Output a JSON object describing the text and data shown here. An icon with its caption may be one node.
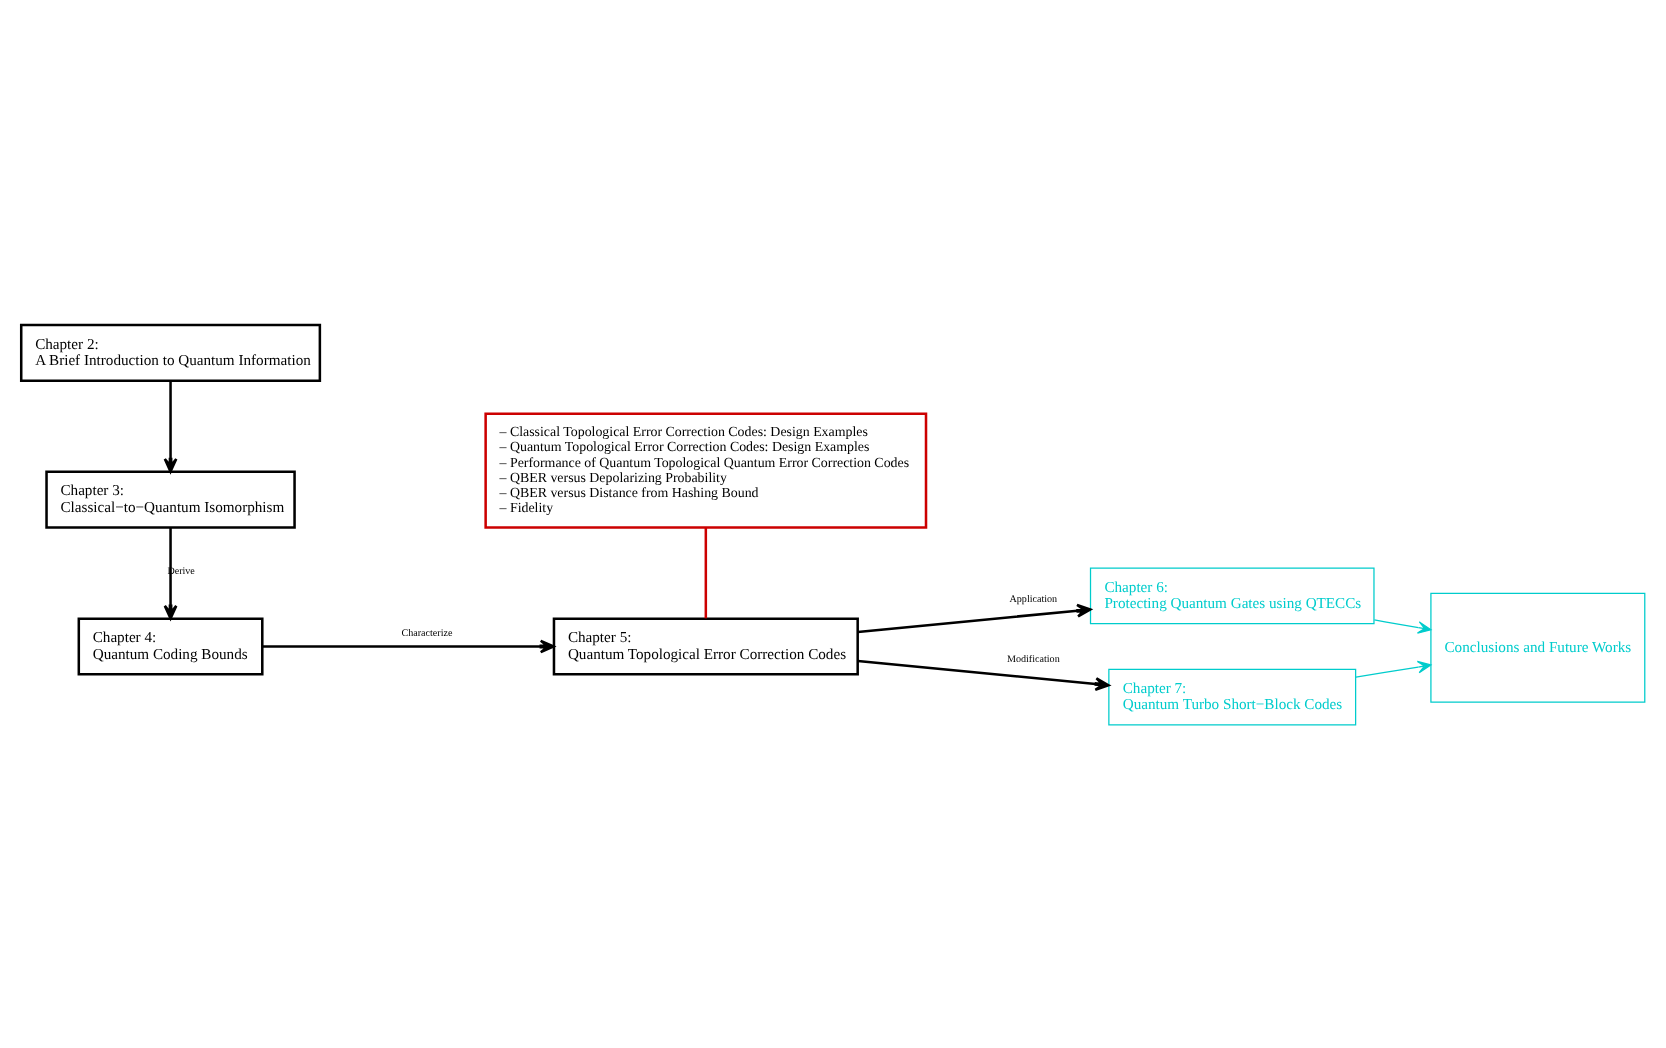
{
  "diagram": {
    "nodes": [
      {
        "text": [
          "Chapter 2:",
          "A Brief Introduction to Quantum Information"
        ]
      },
      {
        "text": [
          "Chapter 3:",
          "Classical−to−Quantum Isomorphism"
        ]
      },
      {
        "text": [
          "Chapter 4:",
          "Quantum Coding Bounds"
        ]
      },
      {
        "text": [
          "Chapter 5:",
          "Quantum Topological Error Correction Codes"
        ]
      },
      {
        "text": [
          "– Classical Topological Error Correction Codes: Design Examples",
          "– Quantum Topological Error Correction Codes: Design Examples",
          "– Performance of Quantum Topological Quantum Error Correction Codes",
          "– QBER versus Depolarizing Probability",
          "– QBER versus Distance from Hashing Bound",
          "– Fidelity"
        ]
      },
      {
        "text": [
          "Chapter 6:",
          "Protecting Quantum Gates using QTECCs"
        ]
      },
      {
        "text": [
          "Chapter 7:",
          "Quantum Turbo Short−Block Codes"
        ]
      },
      {
        "text": [
          "Conclusions and Future Works"
        ]
      }
    ],
    "edges": [
      {
        "from": 0,
        "to": 1,
        "arrow": "to"
      },
      {
        "from": 1,
        "to": 2,
        "arrow": "to",
        "label": "Derive"
      },
      {
        "from": 2,
        "to": 3,
        "arrow": "to",
        "label": "Characterize"
      },
      {
        "from": 4,
        "to": 3,
        "arrow": "none",
        "color": "#cc0000"
      },
      {
        "from": 3,
        "to": 5,
        "arrow": "to",
        "label": "Application"
      },
      {
        "from": 3,
        "to": 6,
        "arrow": "to",
        "label": "Modification"
      },
      {
        "from": 5,
        "to": 7,
        "arrow": "to",
        "color": "#00cccc"
      },
      {
        "from": 6,
        "to": 7,
        "arrow": "to",
        "color": "#00cccc"
      }
    ]
  }
}
